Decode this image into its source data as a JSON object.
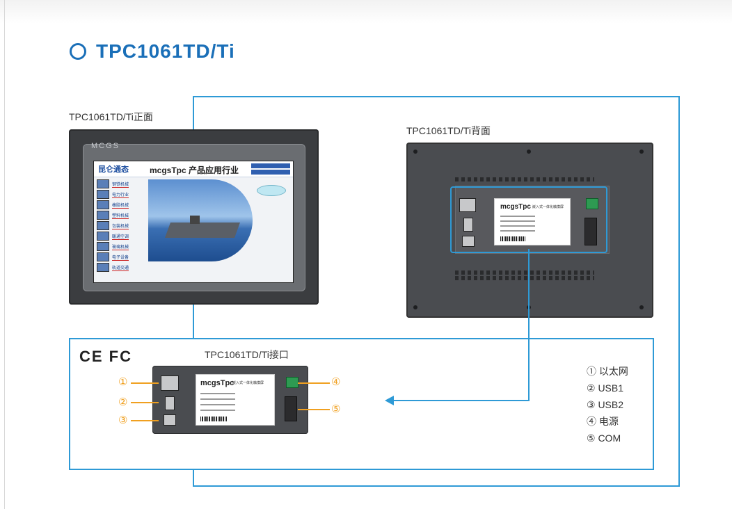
{
  "title": "TPC1061TD/Ti",
  "captions": {
    "front": "TPC1061TD/Ti正面",
    "back": "TPC1061TD/Ti背面",
    "interface": "TPC1061TD/Ti接口"
  },
  "front_panel": {
    "brand": "MCGS",
    "screen": {
      "logo": "昆仑通态",
      "header": "mcgsTpc 产品应用行业",
      "menu": [
        "钢铁机械",
        "电力行业",
        "橡胶机械",
        "塑料机械",
        "包装机械",
        "暖通空调",
        "玻璃机械",
        "电子设备",
        "轨道交通"
      ]
    }
  },
  "label_card": {
    "brand": "mcgsTpc",
    "product": "嵌入式一体化触摸屏"
  },
  "certifications": "CE FC",
  "callouts": [
    "①",
    "②",
    "③",
    "④",
    "⑤"
  ],
  "legend": [
    "① 以太网",
    "② USB1",
    "③ USB2",
    "④ 电源",
    "⑤ COM"
  ],
  "colors": {
    "accent": "#1a6fb8",
    "frame": "#2e9ad6",
    "callout": "#f0a020"
  }
}
